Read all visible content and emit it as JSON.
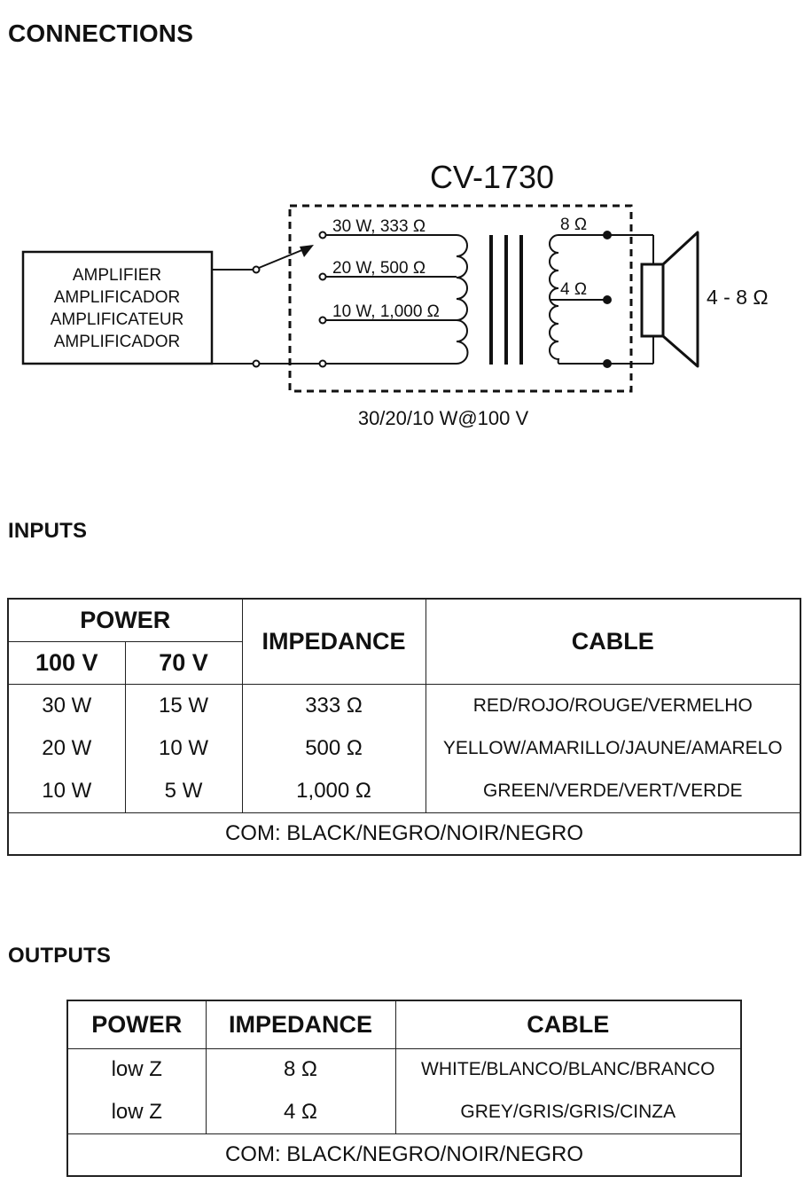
{
  "headings": {
    "connections": "CONNECTIONS",
    "inputs": "INPUTS",
    "outputs": "OUTPUTS"
  },
  "diagram": {
    "model": "CV-1730",
    "amplifier_labels": [
      "AMPLIFIER",
      "AMPLIFICADOR",
      "AMPLIFICATEUR",
      "AMPLIFICADOR"
    ],
    "taps": [
      "30 W, 333 Ω",
      "20 W, 500 Ω",
      "10 W, 1,000 Ω"
    ],
    "secondary_taps": [
      "8 Ω",
      "4 Ω"
    ],
    "speaker_impedance": "4 - 8 Ω",
    "rating": "30/20/10 W@100 V"
  },
  "inputs": {
    "headers": {
      "power": "POWER",
      "v100": "100 V",
      "v70": "70 V",
      "impedance": "IMPEDANCE",
      "cable": "CABLE"
    },
    "rows": [
      {
        "p100": "30 W",
        "p70": "15 W",
        "impedance": "333 Ω",
        "cable": "RED/ROJO/ROUGE/VERMELHO"
      },
      {
        "p100": "20 W",
        "p70": "10 W",
        "impedance": "500 Ω",
        "cable": "YELLOW/AMARILLO/JAUNE/AMARELO"
      },
      {
        "p100": "10 W",
        "p70": "5 W",
        "impedance": "1,000 Ω",
        "cable": "GREEN/VERDE/VERT/VERDE"
      }
    ],
    "common": "COM: BLACK/NEGRO/NOIR/NEGRO"
  },
  "outputs": {
    "headers": {
      "power": "POWER",
      "impedance": "IMPEDANCE",
      "cable": "CABLE"
    },
    "rows": [
      {
        "power": "low Z",
        "impedance": "8 Ω",
        "cable": "WHITE/BLANCO/BLANC/BRANCO"
      },
      {
        "power": "low Z",
        "impedance": "4 Ω",
        "cable": "GREY/GRIS/GRIS/CINZA"
      }
    ],
    "common": "COM: BLACK/NEGRO/NOIR/NEGRO"
  }
}
